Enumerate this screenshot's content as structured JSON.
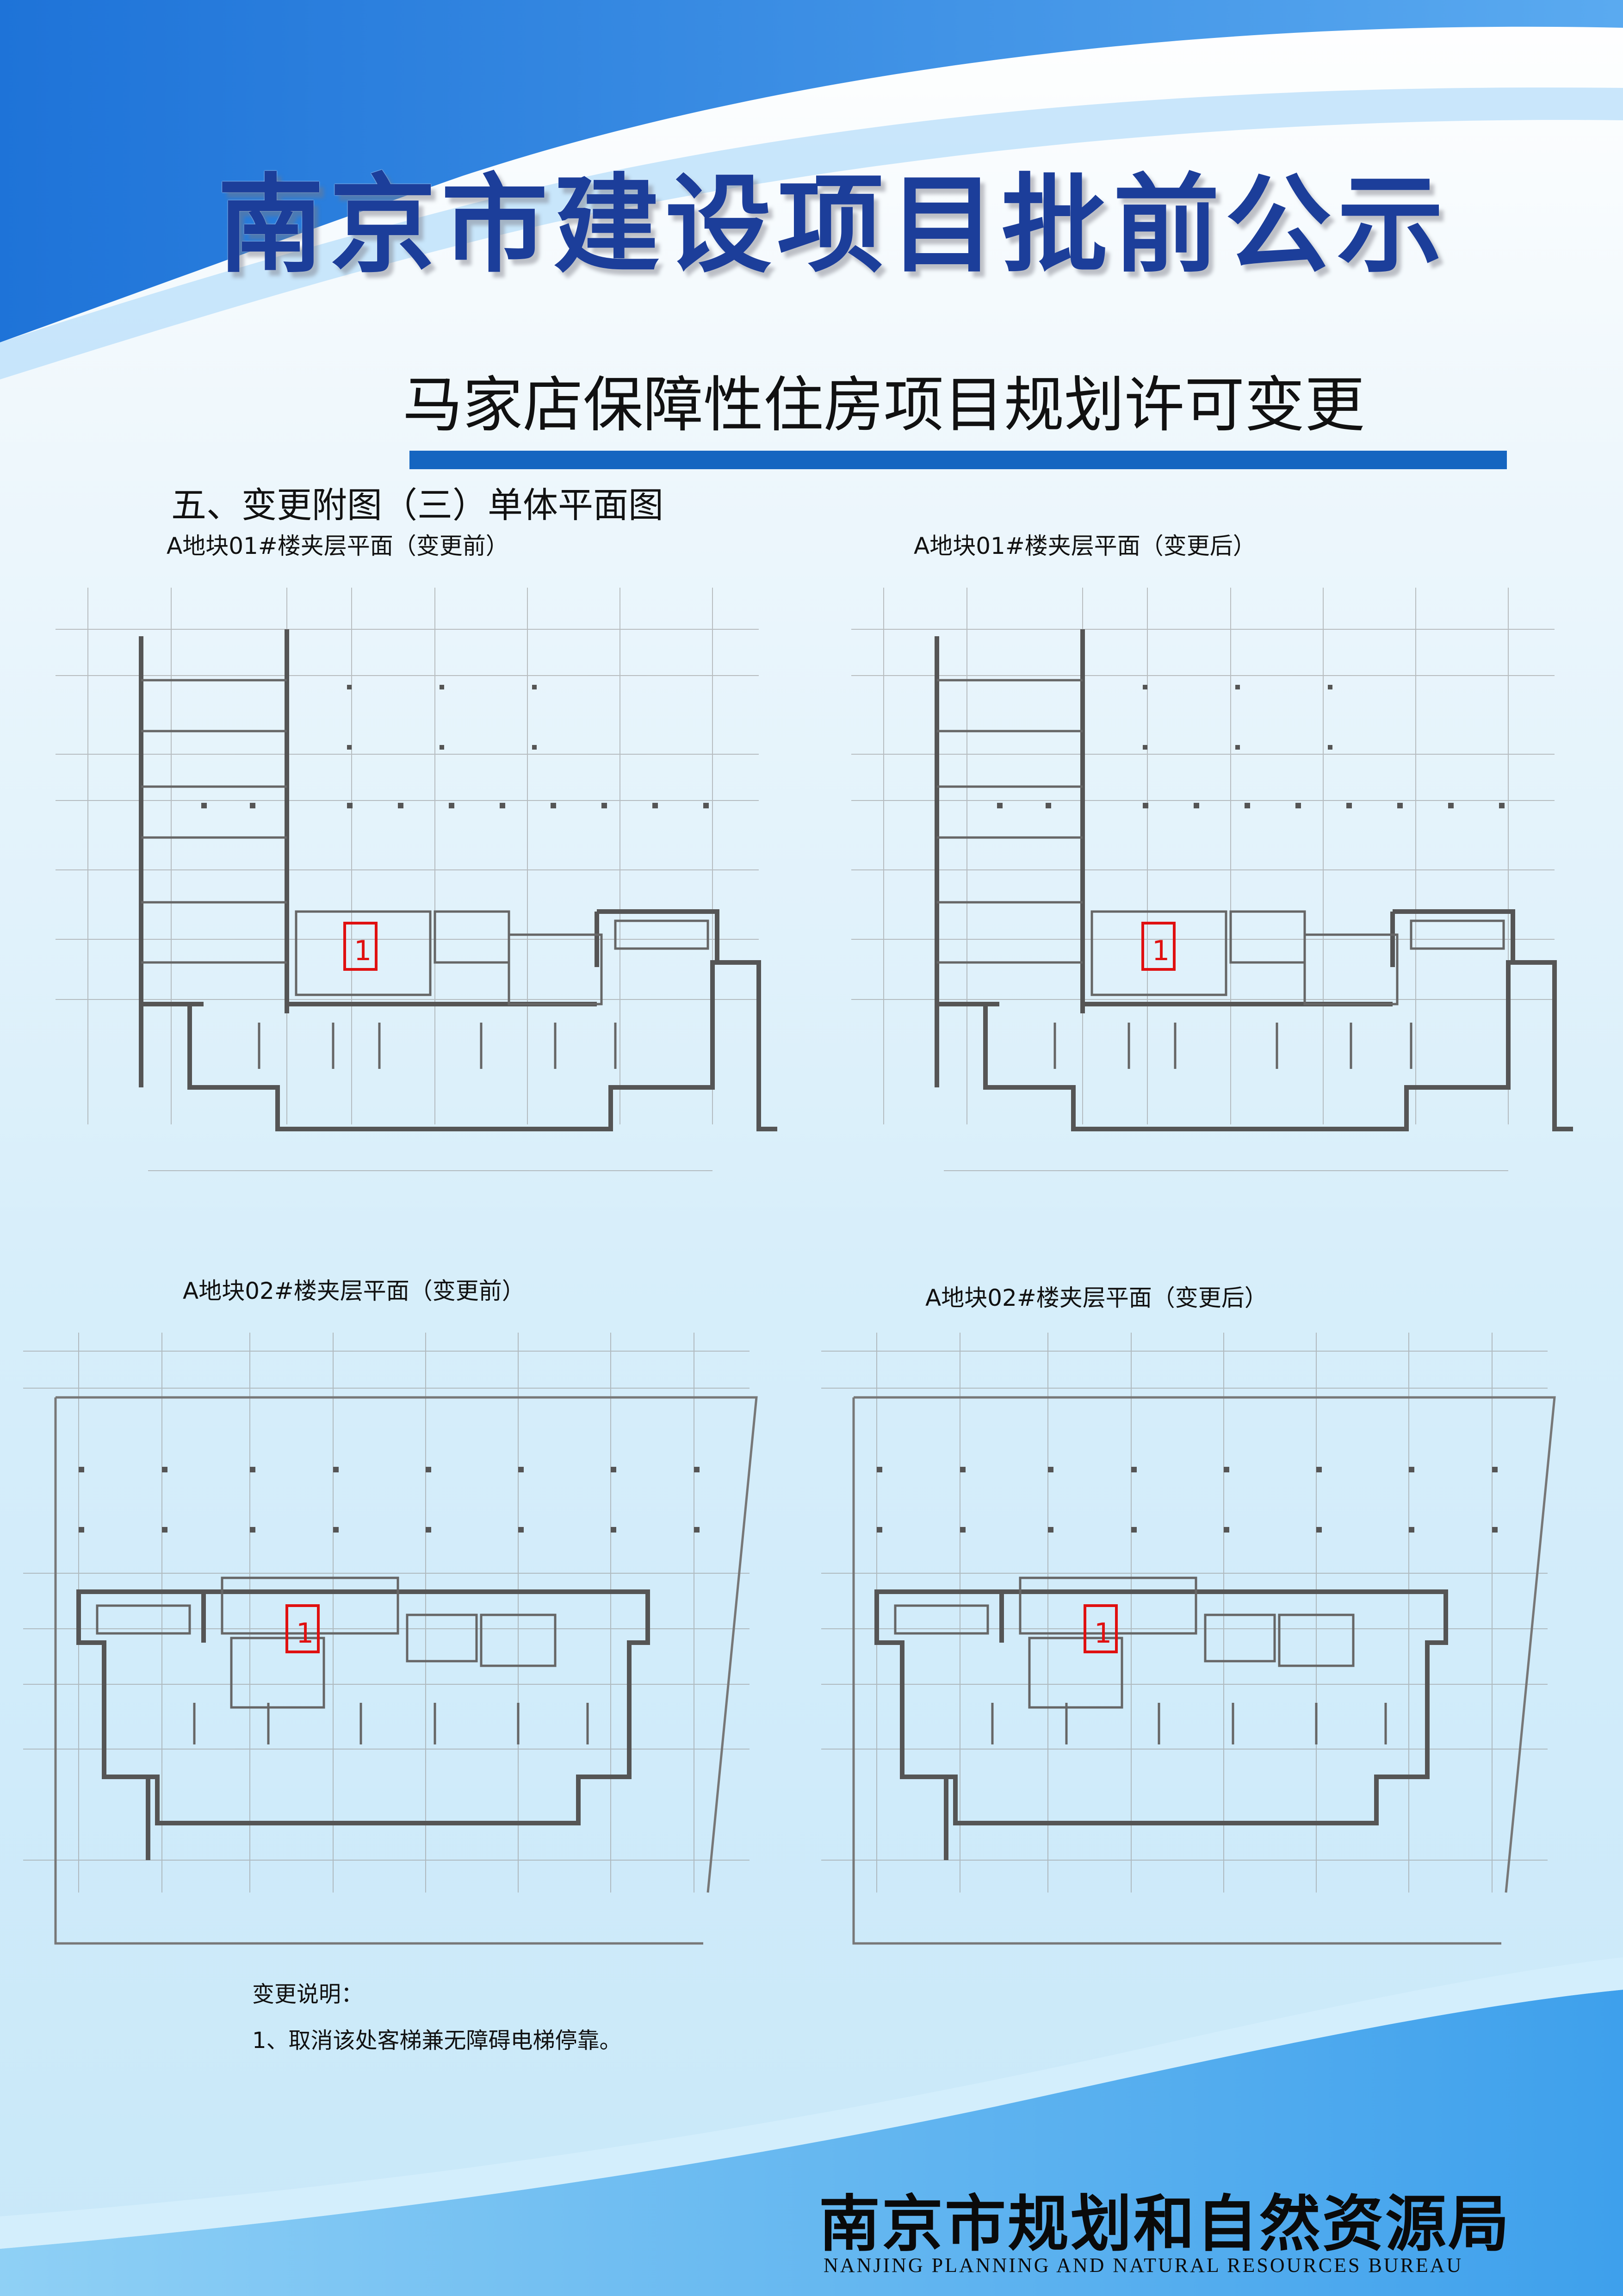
{
  "header": {
    "main_title": "南京市建设项目批前公示",
    "subtitle": "马家店保障性住房项目规划许可变更"
  },
  "section": {
    "heading": "五、变更附图（三）单体平面图"
  },
  "plans": [
    {
      "label": "A地块01#楼夹层平面（变更前）",
      "marker": "1"
    },
    {
      "label": "A地块01#楼夹层平面（变更后）",
      "marker": "1"
    },
    {
      "label": "A地块02#楼夹层平面（变更前）",
      "marker": "1"
    },
    {
      "label": "A地块02#楼夹层平面（变更后）",
      "marker": "1"
    }
  ],
  "notes": {
    "title": "变更说明：",
    "items": [
      "1、取消该处客梯兼无障碍电梯停靠。"
    ]
  },
  "footer": {
    "bureau_cn": "南京市规划和自然资源局",
    "bureau_en": "NANJING PLANNING AND NATURAL RESOURCES BUREAU"
  },
  "colors": {
    "title_blue": "#1c3e9a",
    "accent_blue": "#1565c0",
    "marker_red": "#e01010",
    "plan_line": "#4a4a4a"
  }
}
